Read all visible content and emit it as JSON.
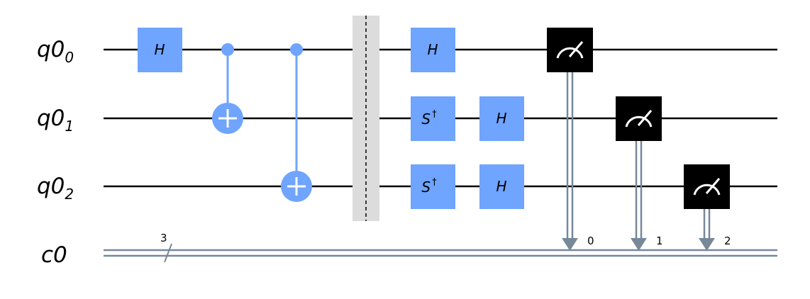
{
  "qubits": [
    {
      "base": "q0",
      "sub": "0"
    },
    {
      "base": "q0",
      "sub": "1"
    },
    {
      "base": "q0",
      "sub": "2"
    }
  ],
  "classical": {
    "label": "c0",
    "width_label": "3"
  },
  "gates": {
    "h": "H",
    "sdg": "S",
    "sdg_sup": "†"
  },
  "measure_bits": [
    "0",
    "1",
    "2"
  ],
  "colors": {
    "gate": "#6fa4ff",
    "measure": "#000000",
    "barrier": "#dcdcdc",
    "classical_wire": "#778899",
    "quantum_wire": "#000000"
  }
}
